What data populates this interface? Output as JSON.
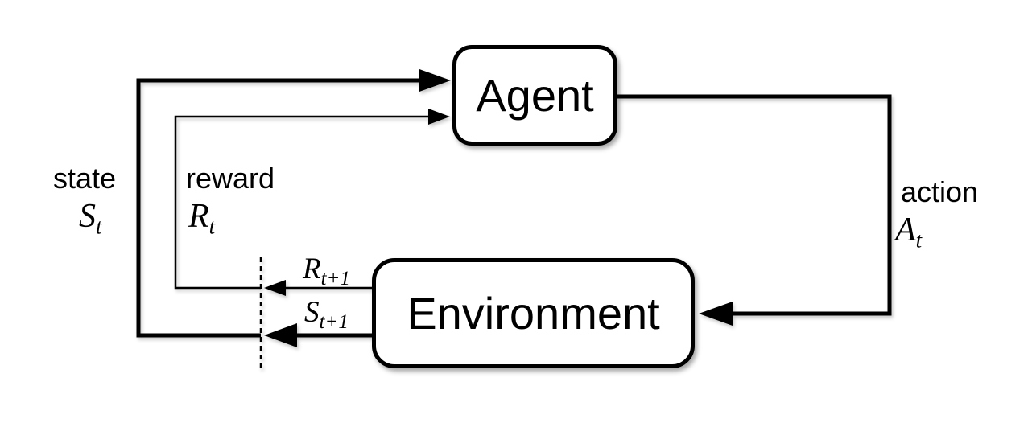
{
  "diagram": {
    "title_semantic": "agent-environment interaction loop",
    "nodes": {
      "agent": {
        "label": "Agent"
      },
      "environment": {
        "label": "Environment"
      }
    },
    "edge_labels": {
      "state": {
        "word": "state",
        "sym": "S",
        "sub": "t"
      },
      "reward": {
        "word": "reward",
        "sym": "R",
        "sub": "t"
      },
      "action": {
        "word": "action",
        "sym": "A",
        "sub": "t"
      },
      "next_reward": {
        "sym": "R",
        "sub": "t+1"
      },
      "next_state": {
        "sym": "S",
        "sub": "t+1"
      }
    },
    "colors": {
      "line": "#000000",
      "background": "#ffffff",
      "box_fill": "#ffffff"
    }
  }
}
